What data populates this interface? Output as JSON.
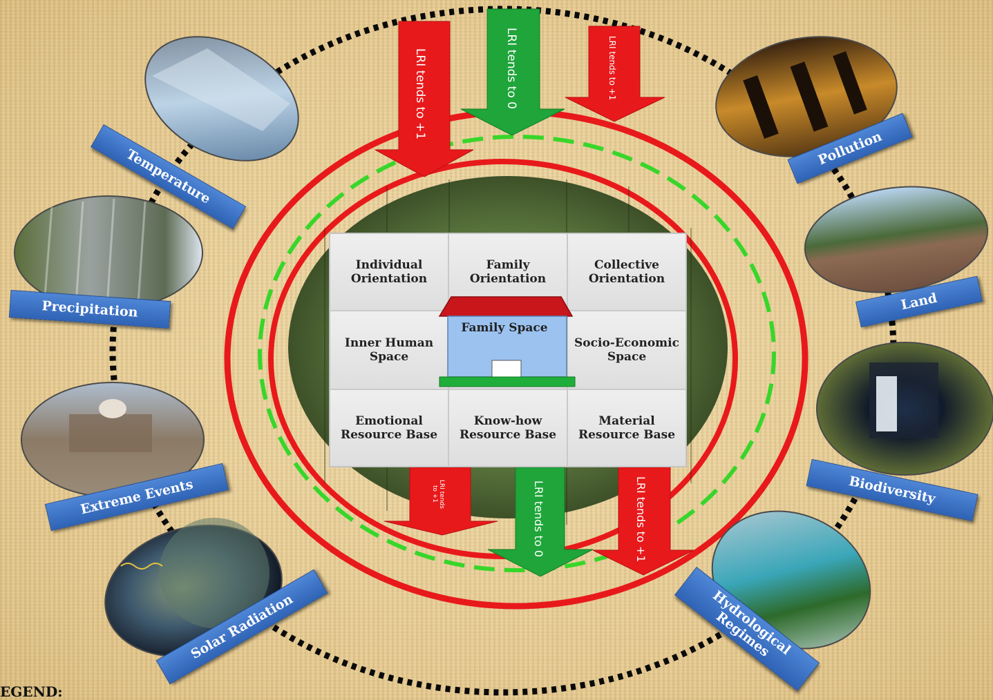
{
  "factors": {
    "temperature": "Temperature",
    "precipitation": "Precipitation",
    "extreme_events": "Extreme Events",
    "solar_radiation": "Solar Radiation",
    "pollution": "Pollution",
    "land": "Land",
    "biodiversity": "Biodiversity",
    "hydrological_regimes": "Hydrological Regimes"
  },
  "grid": {
    "individual_orientation": "Individual Orientation",
    "family_orientation": "Family Orientation",
    "collective_orientation": "Collective Orientation",
    "inner_human_space": "Inner Human Space",
    "family_space": "Family Space",
    "socio_economic_space": "Socio-Economic Space",
    "emotional_resource_base": "Emotional Resource Base",
    "knowhow_resource_base": "Know-how Resource Base",
    "material_resource_base": "Material Resource Base"
  },
  "arrows": {
    "top_left": "LRI tends to +1",
    "top_center": "LRI tends to 0",
    "top_right": "LRI tends to +1",
    "bottom_left": "LRI tends to +1",
    "bottom_center": "LRI tends to 0",
    "bottom_right": "LRI tends to +1"
  },
  "legend_label": "EGEND:",
  "colors": {
    "red": "#e8191b",
    "green": "#1fa53a",
    "dashed_green": "#38d62a",
    "label_blue": "#3a6fc4",
    "roof": "#c8161b",
    "house_wall": "#9cc2f0"
  }
}
